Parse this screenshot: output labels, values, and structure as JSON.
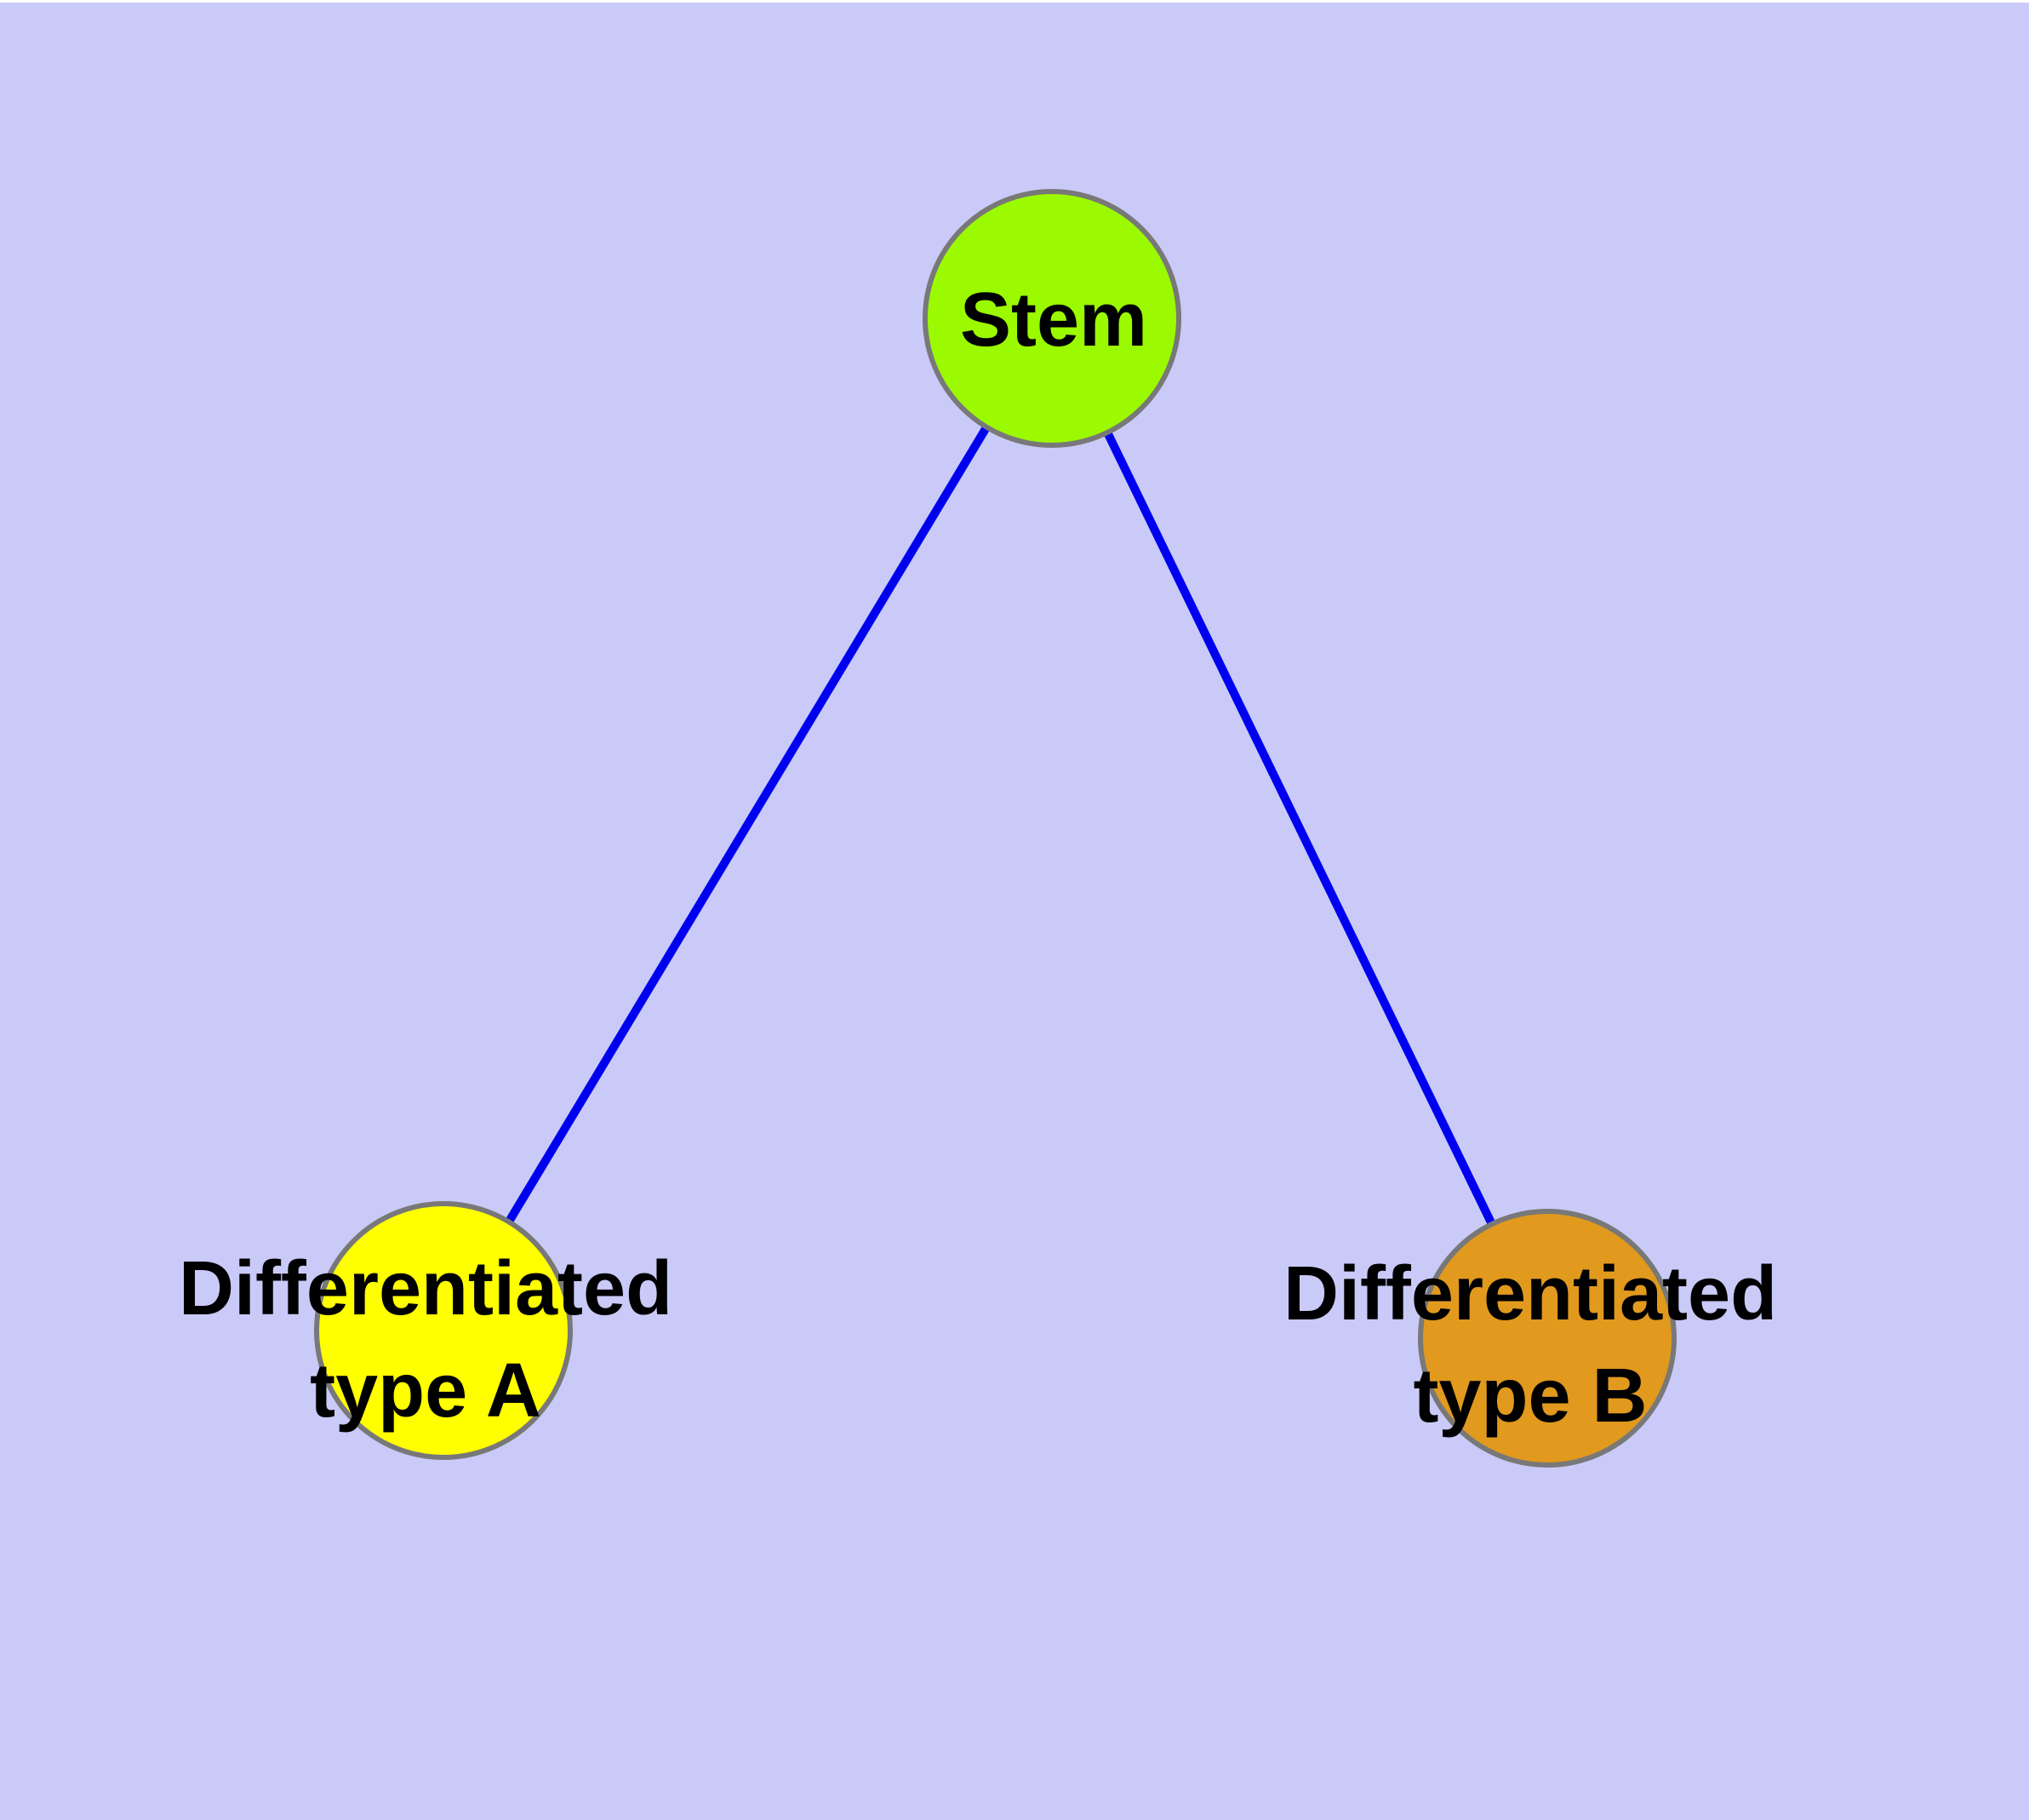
{
  "diagram": {
    "colors": {
      "background": "#CACAF8",
      "top_strip": "#FFFFFF",
      "edge": "#0000F0",
      "node_border": "#787878",
      "label_text": "#000000"
    },
    "nodes": [
      {
        "id": "stem",
        "label": "Stem",
        "fill": "#9BFA00"
      },
      {
        "id": "differentiated-type-a",
        "label_line1": "Differentiated",
        "label_line2": "type A",
        "fill": "#FFFF00"
      },
      {
        "id": "differentiated-type-b",
        "label_line1": "Differentiated",
        "label_line2": "type B",
        "fill": "#E1991E"
      }
    ],
    "edges": [
      {
        "from": "stem",
        "to": "differentiated-type-a"
      },
      {
        "from": "stem",
        "to": "differentiated-type-b"
      }
    ]
  }
}
